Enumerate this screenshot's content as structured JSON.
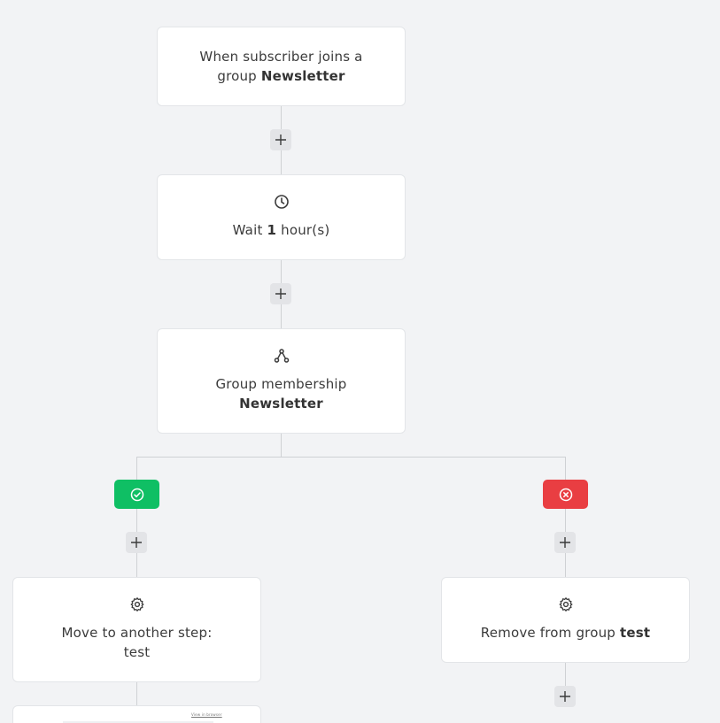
{
  "trigger": {
    "line1": "When subscriber joins a",
    "line2_prefix": "group",
    "line2_bold": "Newsletter"
  },
  "wait_step": {
    "prefix": "Wait",
    "value": "1",
    "suffix": "hour(s)"
  },
  "condition": {
    "label": "Group membership",
    "group": "Newsletter"
  },
  "branches": {
    "yes": {
      "icon": "check-circle-icon",
      "color": "#0fbf64",
      "action_line1": "Move to another step:",
      "action_line2": "test"
    },
    "no": {
      "icon": "x-circle-icon",
      "color": "#e93e42",
      "action_prefix": "Remove from group",
      "action_bold": "test"
    }
  },
  "partial_card": {
    "link_text": "View in browser"
  }
}
